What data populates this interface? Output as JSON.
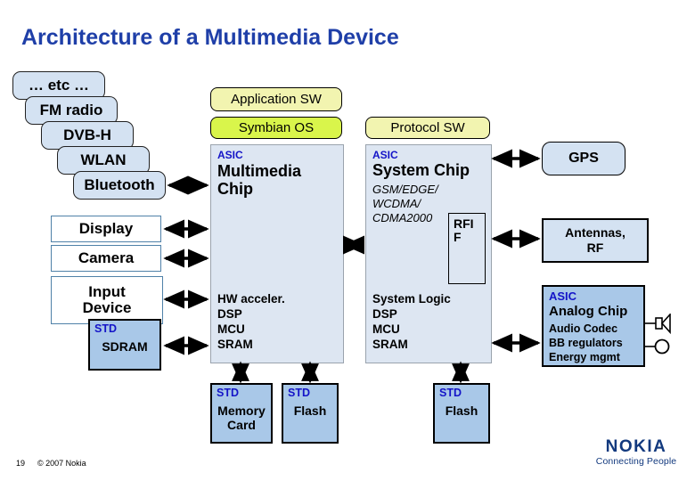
{
  "slide": {
    "title": "Architecture of a Multimedia Device",
    "page_number": "19",
    "copyright": "© 2007 Nokia",
    "logo": {
      "wordmark": "NOKIA",
      "tagline": "Connecting People"
    },
    "colors": {
      "title": "#1f3fa8",
      "tile_fill": "#d4e2f2",
      "chip_fill": "#dde6f2",
      "std_fill": "#a9c8e8",
      "app_sw_fill": "#f2f4b0",
      "symbian_fill": "#d9f54b",
      "asic_label": "#1414c8",
      "nokia_blue": "#12397e"
    }
  },
  "connectivity_stack": [
    {
      "label": "… etc …"
    },
    {
      "label": "FM radio"
    },
    {
      "label": "DVB-H"
    },
    {
      "label": "WLAN"
    },
    {
      "label": "Bluetooth"
    }
  ],
  "left_peripherals": [
    {
      "label": "Display"
    },
    {
      "label": "Camera"
    },
    {
      "label": "Input\nDevice",
      "line1": "Input",
      "line2": "Device"
    }
  ],
  "sdram": {
    "tag": "STD",
    "name": "SDRAM"
  },
  "software_bars": [
    {
      "label": "Application SW",
      "style": "app"
    },
    {
      "label": "Symbian OS",
      "style": "os"
    },
    {
      "label": "Protocol SW",
      "style": "app"
    }
  ],
  "multimedia_chip": {
    "asic": "ASIC",
    "name_line1": "Multimedia",
    "name_line2": "Chip",
    "blocks": [
      "HW acceler.",
      "DSP",
      "MCU",
      "SRAM"
    ]
  },
  "system_chip": {
    "asic": "ASIC",
    "name": "System Chip",
    "standards": [
      "GSM/EDGE/",
      "WCDMA/",
      "CDMA2000"
    ],
    "rfif_line1": "RFI",
    "rfif_line2": "F",
    "blocks": [
      "System Logic",
      "DSP",
      "MCU",
      "SRAM"
    ]
  },
  "right_peripherals": {
    "gps": {
      "label": "GPS"
    },
    "antennas": {
      "line1": "Antennas,",
      "line2": "RF"
    },
    "analog_chip": {
      "asic": "ASIC",
      "name": "Analog Chip",
      "blocks": [
        "Audio Codec",
        "BB regulators",
        "Energy mgmt"
      ],
      "speaker_icon": "speaker-icon",
      "microphone_icon": "microphone-icon"
    }
  },
  "memory_blocks": [
    {
      "tag": "STD",
      "line1": "Memory",
      "line2": "Card"
    },
    {
      "tag": "STD",
      "line1": "Flash",
      "line2": ""
    },
    {
      "tag": "STD",
      "line1": "Flash",
      "line2": ""
    }
  ]
}
